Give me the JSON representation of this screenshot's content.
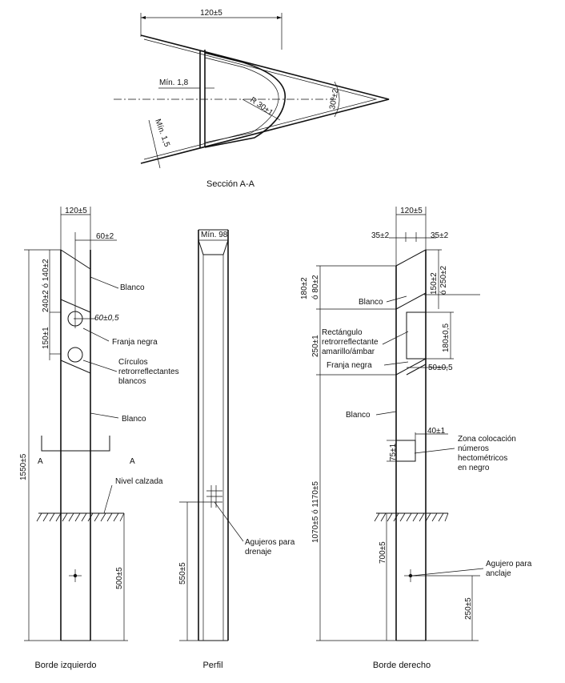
{
  "section": {
    "title": "Sección A-A",
    "dim_width": "120±5",
    "dim_min_web": "Mín. 1,8",
    "dim_min_wall": "Mín. 1,5",
    "dim_radius": "R 30±1",
    "dim_angle": "30º±2"
  },
  "left": {
    "caption": "Borde izquierdo",
    "dim_width": "120±5",
    "dim_60": "60±2",
    "dim_top": "240±2 ó 140±2",
    "dim_150": "150±1",
    "dim_total": "1550±5",
    "dim_500": "500±5",
    "circle_dim": "60±0,5",
    "label_blanco_1": "Blanco",
    "label_franja": "Franja negra",
    "label_circulos": [
      "Círculos",
      "retrorreflectantes",
      "blancos"
    ],
    "label_blanco_2": "Blanco",
    "section_mark": "A",
    "label_nivel": "Nivel calzada"
  },
  "profile": {
    "caption": "Perfil",
    "dim_min98": "Mín. 98",
    "dim_550": "550±5",
    "label_agujeros": [
      "Agujeros para",
      "drenaje"
    ]
  },
  "right": {
    "caption": "Borde derecho",
    "dim_width": "120±5",
    "dim_35_left": "35±2",
    "dim_35_right": "35±2",
    "dim_180_80": [
      "180±2",
      "ó 80±2"
    ],
    "dim_150_250": [
      "150±2",
      "ó 250±2"
    ],
    "dim_250": "250±1",
    "dim_180_05": "180±0,5",
    "dim_50_05": "50±0,5",
    "dim_40": "40±1",
    "dim_75": "75±1",
    "dim_total": "1070±5 ó 1170±5",
    "dim_700": "700±5",
    "dim_250_5": "250±5",
    "label_blanco_1": "Blanco",
    "label_rectangulo": [
      "Rectángulo",
      "retrorreflectante",
      "amarillo/ámbar"
    ],
    "label_franja": "Franja negra",
    "label_blanco_2": "Blanco",
    "label_zona": [
      "Zona colocación",
      "números",
      "hectométricos",
      "en negro"
    ],
    "label_agujero": [
      "Agujero para",
      "anclaje"
    ]
  }
}
